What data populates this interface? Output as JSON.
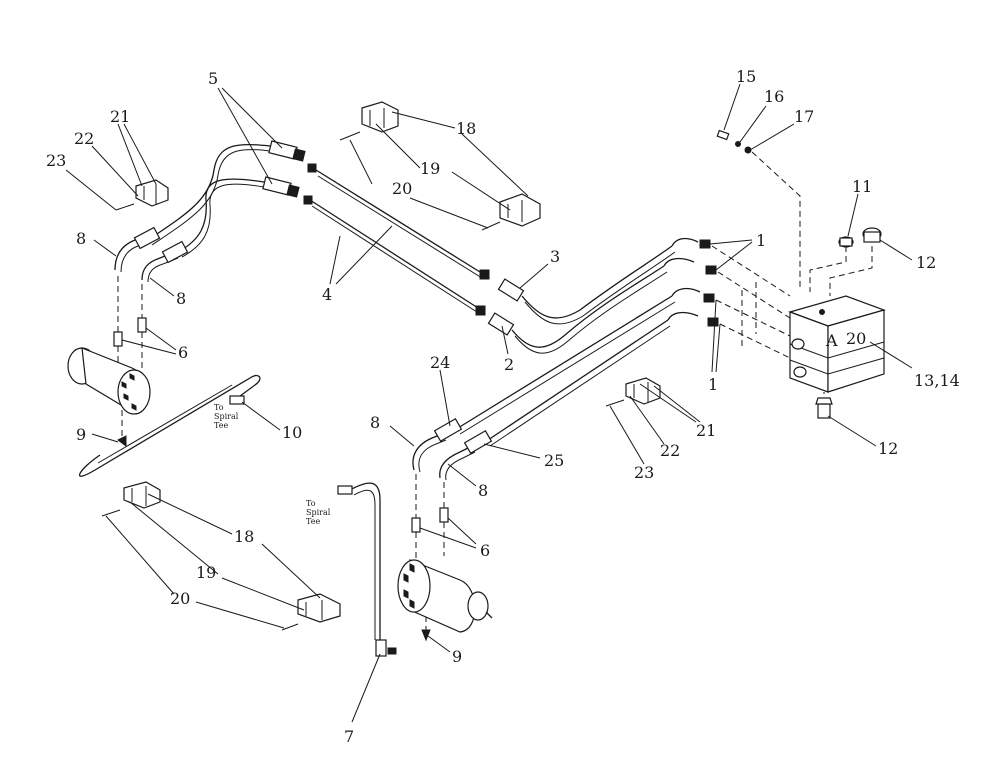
{
  "callouts": {
    "c1_upper": "1",
    "c1_lower": "1",
    "c2": "2",
    "c3": "3",
    "c4": "4",
    "c5": "5",
    "c6_left": "6",
    "c6_right": "6",
    "c7": "7",
    "c8_left_a": "8",
    "c8_left_b": "8",
    "c8_mid_a": "8",
    "c8_mid_b": "8",
    "c9_left": "9",
    "c9_right": "9",
    "c10": "10",
    "c11": "11",
    "c12_top": "12",
    "c12_bottom": "12",
    "c13_14": "13,14",
    "c15": "15",
    "c16": "16",
    "c17": "17",
    "c18_top": "18",
    "c18_bottom": "18",
    "c19_top": "19",
    "c19_bottom": "19",
    "c20_top": "20",
    "c20_bottom": "20",
    "c20_valve": "20",
    "c21_left": "21",
    "c21_right": "21",
    "c22_left": "22",
    "c22_right": "22",
    "c23_left": "23",
    "c23_right": "23",
    "c24": "24",
    "c25": "25"
  },
  "notes": {
    "spiral_tee_1_line1": "To",
    "spiral_tee_1_line2": "Spiral",
    "spiral_tee_1_line3": "Tee",
    "spiral_tee_2_line1": "To",
    "spiral_tee_2_line2": "Spiral",
    "spiral_tee_2_line3": "Tee",
    "valve_port": "A"
  }
}
